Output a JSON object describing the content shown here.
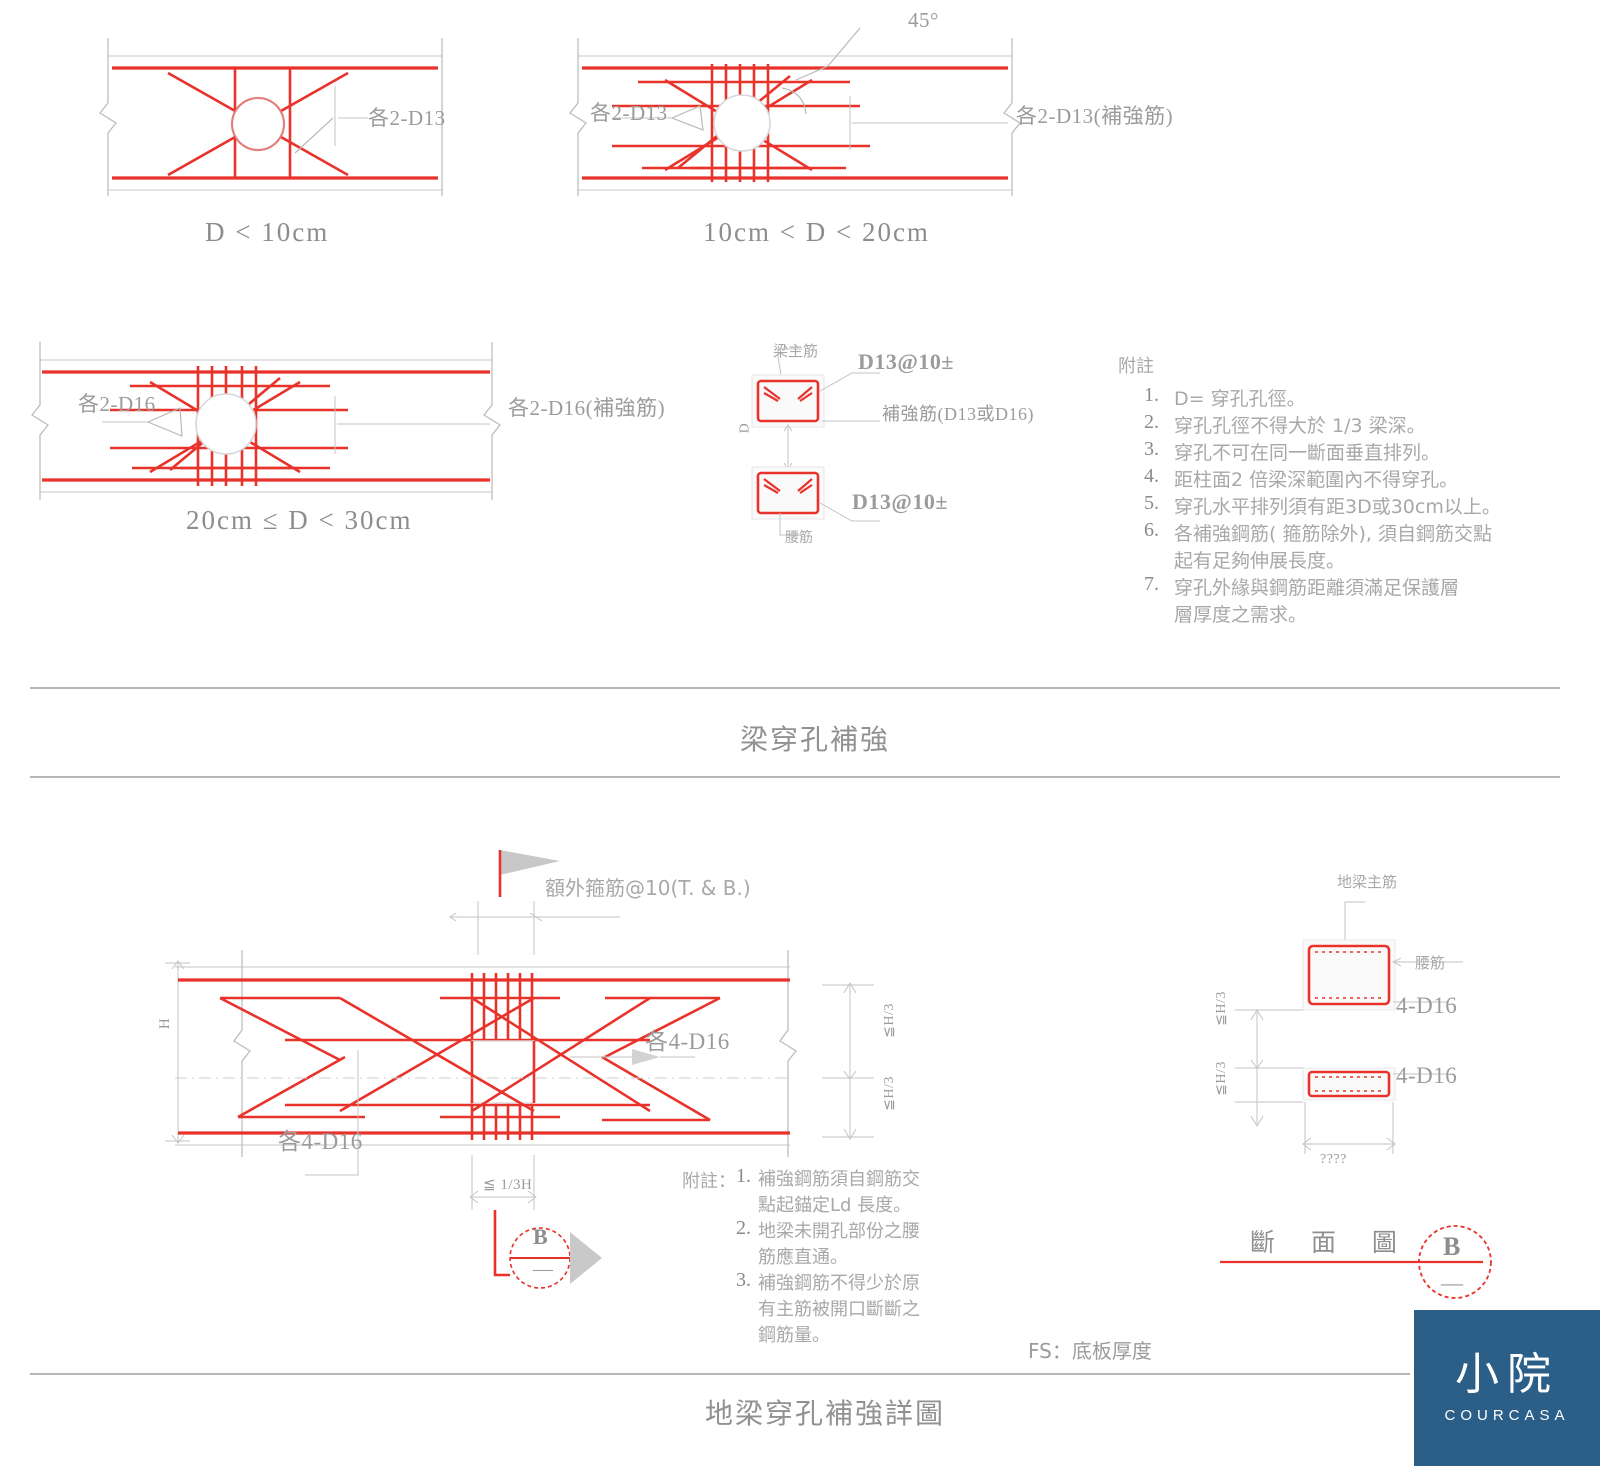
{
  "drawing": {
    "title_top": "梁穿孔補強",
    "title_bottom": "地梁穿孔補強詳圖",
    "accent_color": "#e8322a",
    "line_color": "#b9b9b9",
    "concrete_color": "#d8dadd",
    "logo_color": "#2c5f88"
  },
  "case1": {
    "caption": "D < 10cm",
    "label_right": "各2-D13"
  },
  "case2": {
    "caption": "10cm < D < 20cm",
    "label_left": "各2-D13",
    "label_right": "各2-D13(補強筋)",
    "angle": "45°"
  },
  "case3": {
    "caption": "20cm ≤ D < 30cm",
    "label_left": "各2-D16",
    "label_right": "各2-D16(補強筋)"
  },
  "section_detail": {
    "label_main_bar": "梁主筋",
    "label_top_stirrup": "D13@10±",
    "label_reinf": "補強筋(D13或D16)",
    "label_bottom_stirrup": "D13@10±",
    "label_waist": "腰筋",
    "dim_D": "D"
  },
  "notes_top": {
    "heading": "附註",
    "items": [
      "D= 穿孔孔徑。",
      "穿孔孔徑不得大於 1/3 梁深。",
      "穿孔不可在同一斷面垂直排列。",
      "距柱面2 倍梁深範圍內不得穿孔。",
      "穿孔水平排列須有距3D或30cm以上。",
      "各補強鋼筋( 箍筋除外), 須自鋼筋交點",
      "起有足夠伸展長度。",
      "穿孔外緣與鋼筋距離須滿足保護層",
      "層厚度之需求。"
    ],
    "numbered": [
      "1.",
      "2.",
      "3.",
      "4.",
      "5.",
      "6.",
      "7."
    ]
  },
  "main_detail": {
    "label_extra_stirrup": "額外箍筋@10(T. & B.)",
    "label_reinf_right": "各4-D16",
    "label_reinf_left": "各4-D16",
    "dim_height": "H",
    "dim_opening": "≦ 1/3H",
    "dim_upper": "≦H/3",
    "dim_lower": "≦H/3",
    "marker_letter": "B",
    "marker_dash": "—"
  },
  "notes_bottom": {
    "heading": "附註：",
    "items": [
      "補強鋼筋須自鋼筋交",
      "點起錨定Ld 長度。",
      "地梁未開孔部份之腰",
      "筋應直通。",
      "補強鋼筋不得少於原",
      "有主筋被開口斷斷之",
      "鋼筋量。"
    ],
    "numbers": [
      "1.",
      "2.",
      "3."
    ],
    "fs_note": "FS：底板厚度"
  },
  "section_right": {
    "label_main_bar": "地梁主筋",
    "label_waist": "腰筋",
    "label_top_bars": "4-D16",
    "label_bottom_bars": "4-D16",
    "dim_upper": "≦H/3",
    "dim_lower": "≦H/3",
    "dim_width": "????",
    "title": "斷 面 圖",
    "marker_letter": "B",
    "marker_dash": "—"
  },
  "logo": {
    "cn": "小院",
    "en": "COURCASA"
  }
}
